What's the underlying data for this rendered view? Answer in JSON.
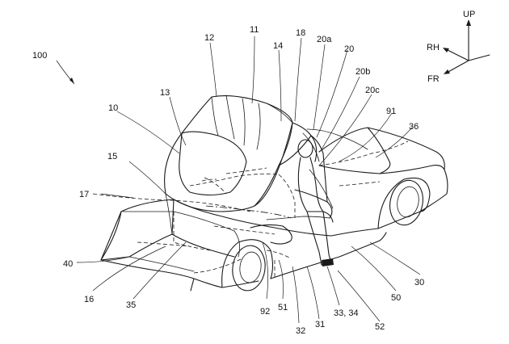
{
  "figure": {
    "reference_numerals": {
      "n100": "100",
      "n10": "10",
      "n11": "11",
      "n12": "12",
      "n13": "13",
      "n14": "14",
      "n15": "15",
      "n16": "16",
      "n17": "17",
      "n18": "18",
      "n20": "20",
      "n20a": "20a",
      "n20b": "20b",
      "n20c": "20c",
      "n30": "30",
      "n31": "31",
      "n32": "32",
      "n33_34": "33, 34",
      "n35": "35",
      "n36": "36",
      "n40": "40",
      "n50": "50",
      "n51": "51",
      "n52": "52",
      "n91": "91",
      "n92": "92"
    },
    "orientation": {
      "up": "UP",
      "rh": "RH",
      "fr": "FR"
    }
  }
}
